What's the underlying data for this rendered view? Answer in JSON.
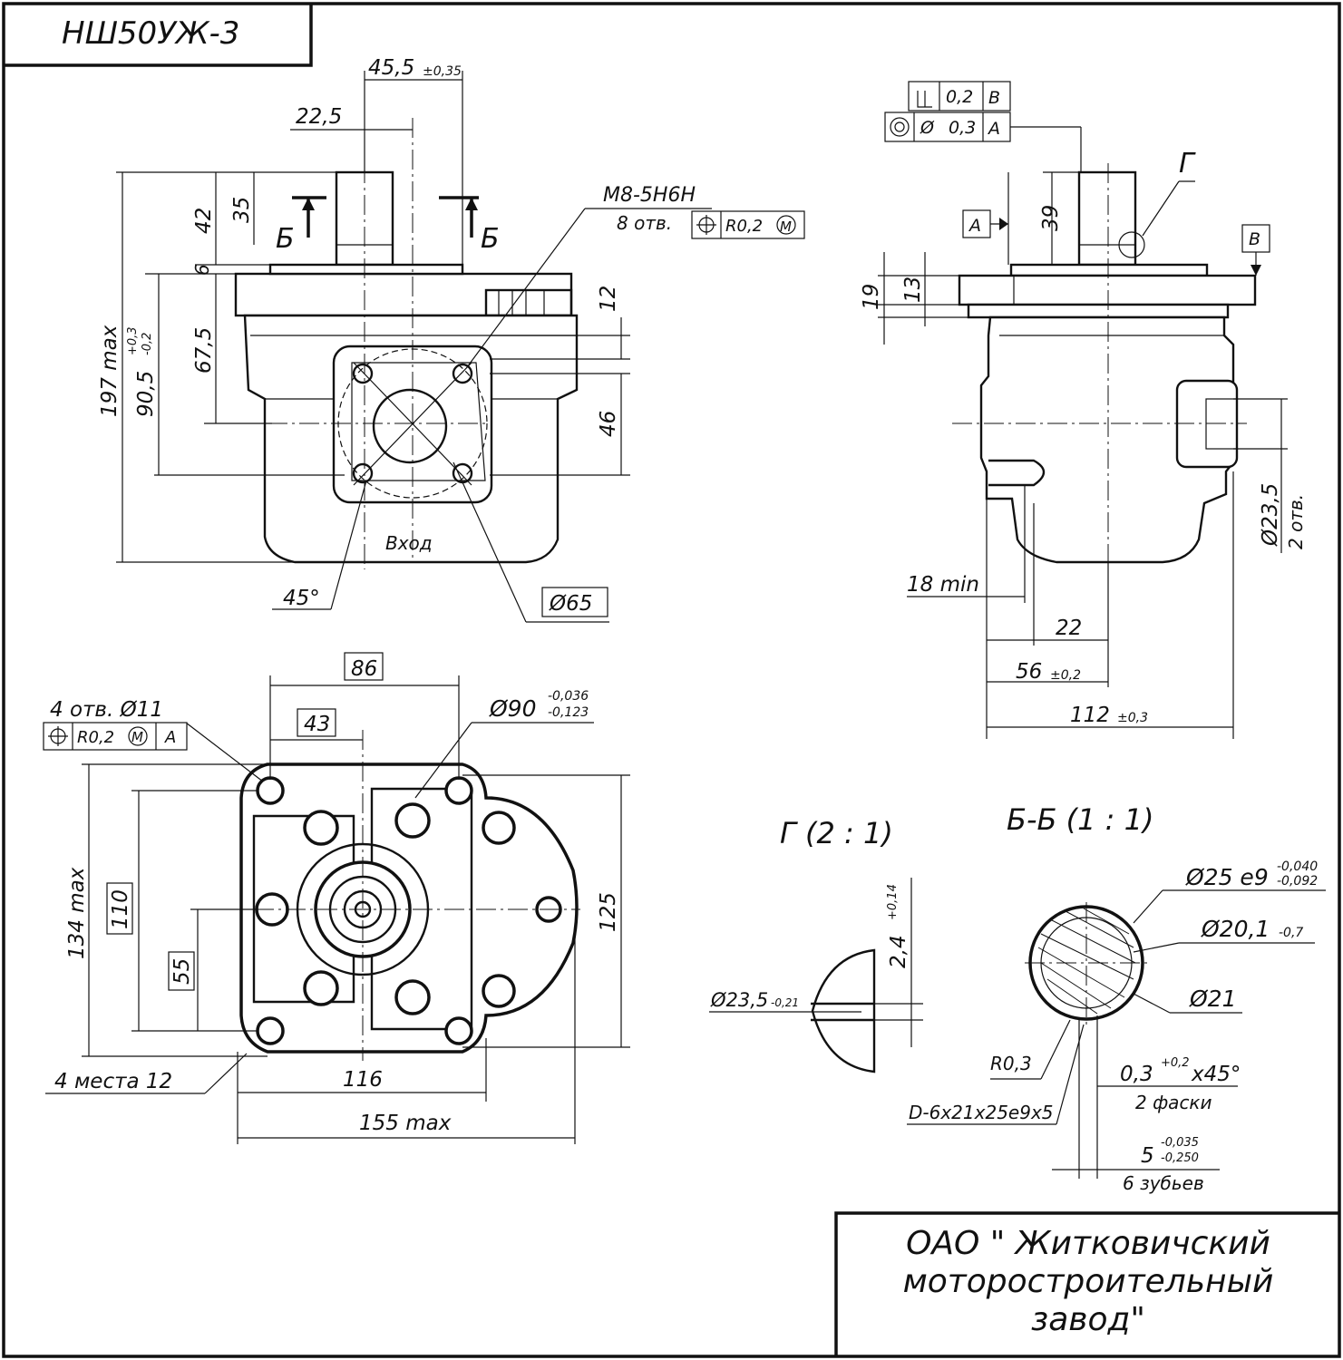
{
  "title_block": {
    "designation": "НШ50УЖ-3",
    "manufacturer": [
      "ОАО \" Житковичский",
      "моторостроительный",
      "завод\""
    ]
  },
  "front_view": {
    "dims": {
      "d45_5": "45,5",
      "d45_5_tol": "±0,35",
      "d22_5": "22,5",
      "d42": "42",
      "d35": "35",
      "d6": "6",
      "d197": "197 max",
      "d90_5": "90,5",
      "d90_5_tol_up": "+0,3",
      "d90_5_tol_dn": "-0,2",
      "d67_5": "67,5",
      "d12": "12",
      "d46": "46",
      "d45deg": "45°",
      "d65": "Ø65"
    },
    "section_mark": "Б",
    "thread_callout": "M8-5H6H",
    "thread_holes": "8 отв.",
    "thread_tol": "R0,2",
    "modifier": "M",
    "port_label": "Вход"
  },
  "side_view": {
    "tol_frame_1": {
      "value": "0,2",
      "datum": "B"
    },
    "tol_frame_2": {
      "symbol": "Ø",
      "value": "0,3",
      "datum": "A"
    },
    "datum_a": "A",
    "datum_b": "B",
    "detail_mark": "Г",
    "dims": {
      "d39": "39",
      "d19": "19",
      "d13": "13",
      "d18min": "18 min",
      "d22": "22",
      "d56": "56",
      "d56_tol": "±0,2",
      "d112": "112",
      "d112_tol": "±0,3",
      "d23_5": "Ø23,5",
      "holes": "2 отв."
    }
  },
  "flange_view": {
    "dims": {
      "d86": "86",
      "d43": "43",
      "holes": "4 отв. Ø11",
      "hole_tol": "R0,2",
      "hole_mod": "M",
      "hole_datum": "A",
      "d90": "Ø90",
      "d90_up": "-0,036",
      "d90_dn": "-0,123",
      "d134": "134 max",
      "d110": "110",
      "d55": "55",
      "d125": "125",
      "places": "4 места 12",
      "d116": "116",
      "d155": "155 max"
    }
  },
  "detail_g": {
    "title": "Г  (2 : 1)",
    "d2_4": "2,4",
    "d2_4_tol": "+0,14",
    "d23_5": "Ø23,5",
    "d23_5_tol": "-0,21"
  },
  "section_bb": {
    "title": "Б-Б  (1 : 1)",
    "d25": "Ø25 e9",
    "d25_up": "-0,040",
    "d25_dn": "-0,092",
    "d20_1": "Ø20,1",
    "d20_1_tol": "-0,7",
    "d21": "Ø21",
    "r0_3": "R0,3",
    "spline": "D-6x21x25e9x5",
    "chamfer": "0,3",
    "chamfer_tol": "+0,2",
    "chamfer_angle": "x45°",
    "chamfer_count": "2 фаски",
    "d5": "5",
    "d5_up": "-0,035",
    "d5_dn": "-0,250",
    "teeth": "6 зубьев"
  }
}
